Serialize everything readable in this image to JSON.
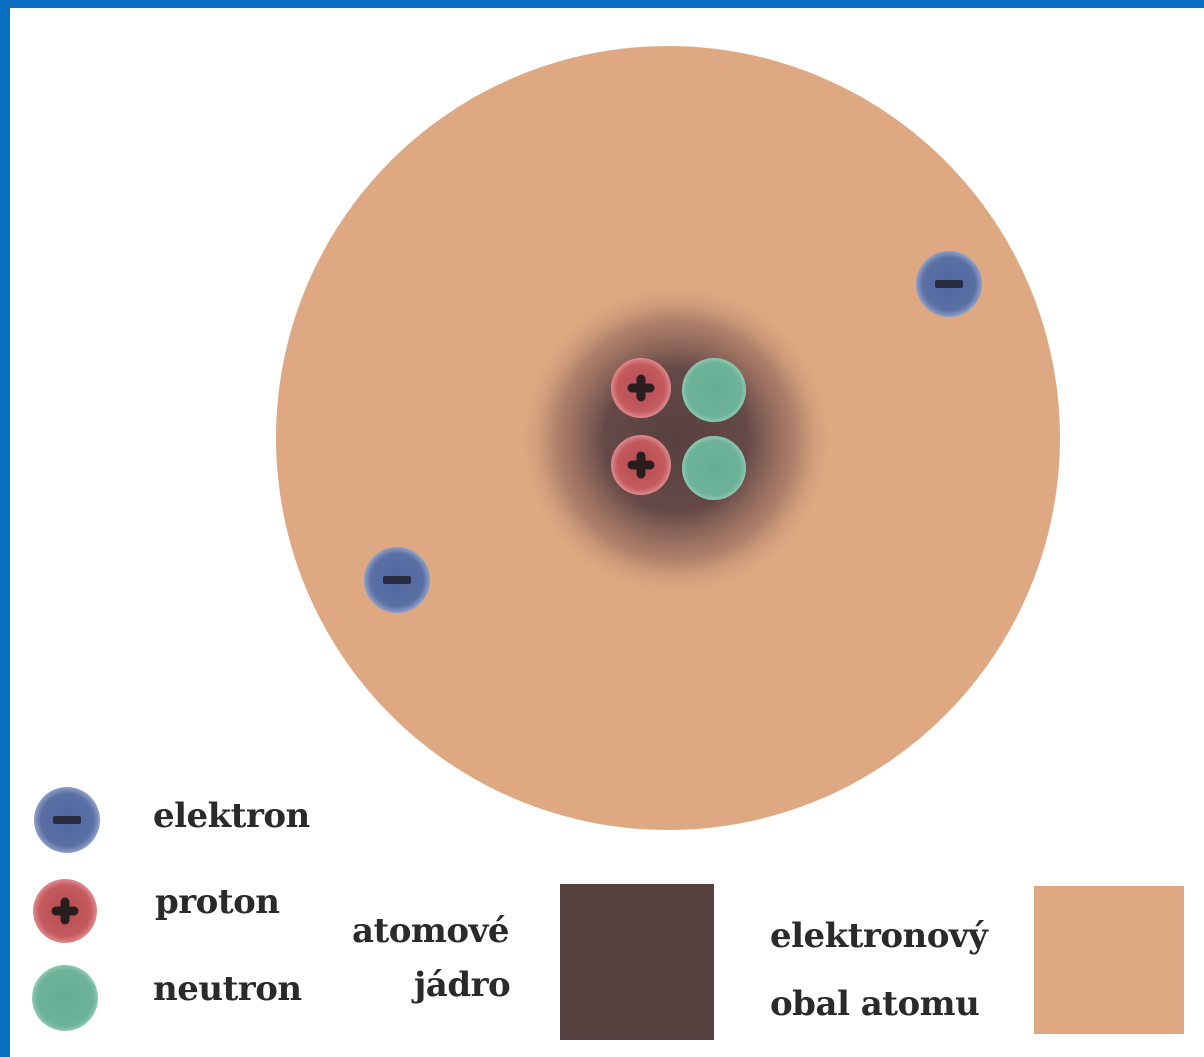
{
  "legend": {
    "electron": "elektron",
    "proton": "proton",
    "neutron": "neutron",
    "nucleus_line1": "atomové",
    "nucleus_line2": "jádro",
    "shell_line1": "elektronový",
    "shell_line2": "obal atomu"
  },
  "colors": {
    "frame": "#0a6fc2",
    "shell": "#dea982",
    "nucleus": "#574040",
    "electron": "#5a6fa3",
    "proton": "#c35a5f",
    "neutron": "#6db39a"
  },
  "particles": {
    "protons": 2,
    "neutrons": 2,
    "electrons": 2
  }
}
